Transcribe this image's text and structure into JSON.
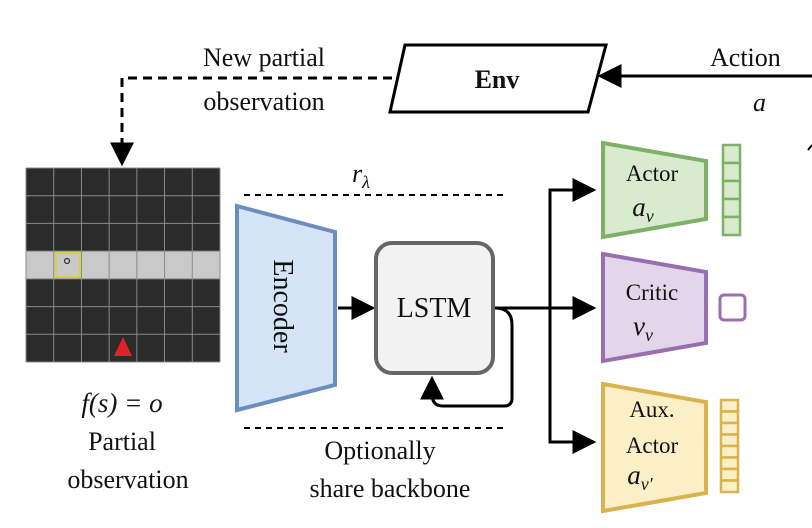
{
  "env": {
    "label": "Env",
    "new_obs_line1": "New partial",
    "new_obs_line2": "observation",
    "action_label": "Action",
    "action_symbol": "a"
  },
  "observation": {
    "formula": "f(s) = o",
    "caption_line1": "Partial",
    "caption_line2": "observation",
    "colors": {
      "grid_bg": "#2b2b2b",
      "corridor": "#c9c9c9",
      "agent_box": "#d4d43a",
      "agent_marker": "#e2222a"
    }
  },
  "backbone": {
    "r_label": "r",
    "r_subscript": "λ",
    "encoder_label": "Encoder",
    "lstm_label": "LSTM",
    "share_line1": "Optionally",
    "share_line2": "share backbone"
  },
  "heads": {
    "actor": {
      "title": "Actor",
      "symbol": "a",
      "subscript": "ν",
      "output_cells": 5,
      "fill": "#d8ebcf",
      "stroke": "#7fb067"
    },
    "critic": {
      "title": "Critic",
      "symbol": "v",
      "subscript": "ν",
      "output_cells": 1,
      "fill": "#e3d6ea",
      "stroke": "#9a6fb0"
    },
    "aux_actor": {
      "title_line1": "Aux.",
      "title_line2": "Actor",
      "symbol": "a",
      "subscript": "ν′",
      "output_cells": 8,
      "fill": "#fbefc7",
      "stroke": "#d9b34d"
    }
  },
  "colors": {
    "encoder_fill": "#d6e4f7",
    "encoder_stroke": "#6c8ebf",
    "lstm_fill": "#f2f2f2",
    "lstm_stroke": "#666666"
  }
}
